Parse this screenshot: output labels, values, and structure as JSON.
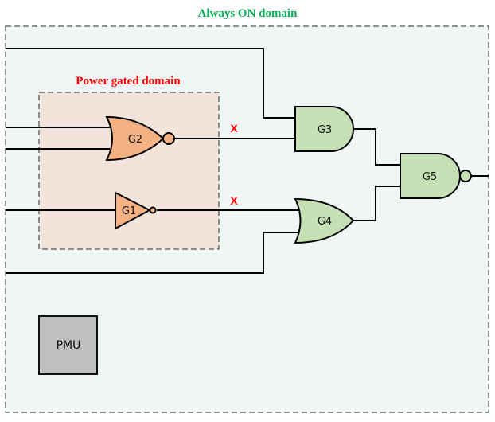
{
  "diagram": {
    "always_on_domain": {
      "label": "Always ON domain",
      "color": "#00b050",
      "background": "#f0f6f5"
    },
    "power_gated_domain": {
      "label": "Power gated domain",
      "color": "#ff0000",
      "background": "#f2e4da"
    },
    "gates": [
      {
        "id": "G1",
        "label": "G1",
        "type": "NOT",
        "domain": "power-gated",
        "fill": "#f4b183"
      },
      {
        "id": "G2",
        "label": "G2",
        "type": "NOR",
        "domain": "power-gated",
        "fill": "#f4b183"
      },
      {
        "id": "G3",
        "label": "G3",
        "type": "AND",
        "domain": "always-on",
        "fill": "#c5e0b4"
      },
      {
        "id": "G4",
        "label": "G4",
        "type": "OR",
        "domain": "always-on",
        "fill": "#c5e0b4"
      },
      {
        "id": "G5",
        "label": "G5",
        "type": "NAND",
        "domain": "always-on",
        "fill": "#c5e0b4"
      }
    ],
    "pmu": {
      "label": "PMU",
      "fill": "#bfbfbf"
    },
    "x_marks": [
      "X",
      "X"
    ]
  }
}
